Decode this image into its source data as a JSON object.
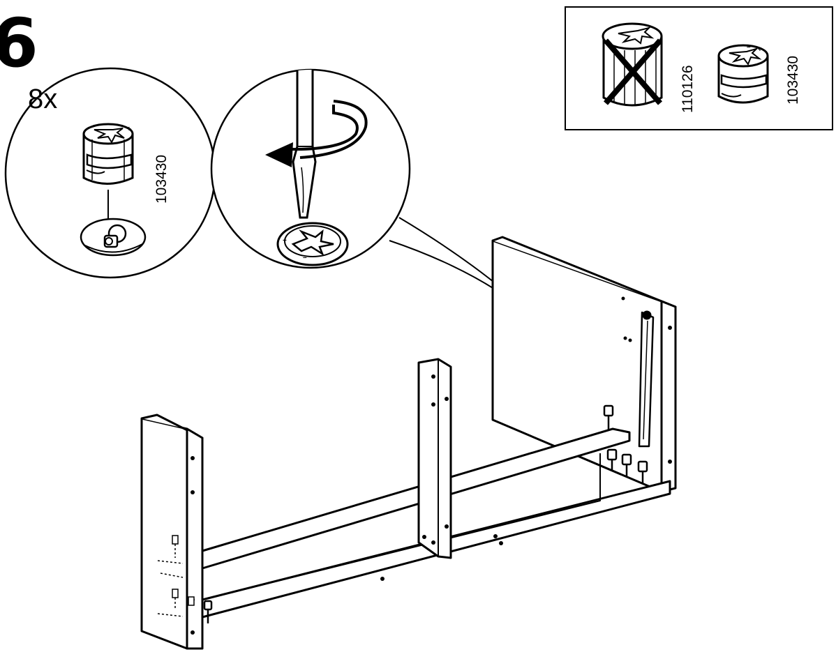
{
  "step": {
    "number": "6"
  },
  "detail_left": {
    "quantity": "8x",
    "part_code": "103430",
    "signs": {
      "minus": "–",
      "plus": "+"
    }
  },
  "detail_right": {
    "signs": {
      "minus": "–",
      "plus": "+"
    }
  },
  "inset": {
    "wrong_part_code": "110126",
    "right_part_code": "103430",
    "signs": {
      "minus": "–",
      "plus": "+"
    }
  },
  "colors": {
    "ink": "#000000",
    "paper": "#ffffff",
    "shade": "#d6d6d6"
  },
  "icons": [
    "cam-lock-icon",
    "screwdriver-icon",
    "rotation-arrow-icon",
    "cross-mark-icon",
    "dowel-icon"
  ]
}
